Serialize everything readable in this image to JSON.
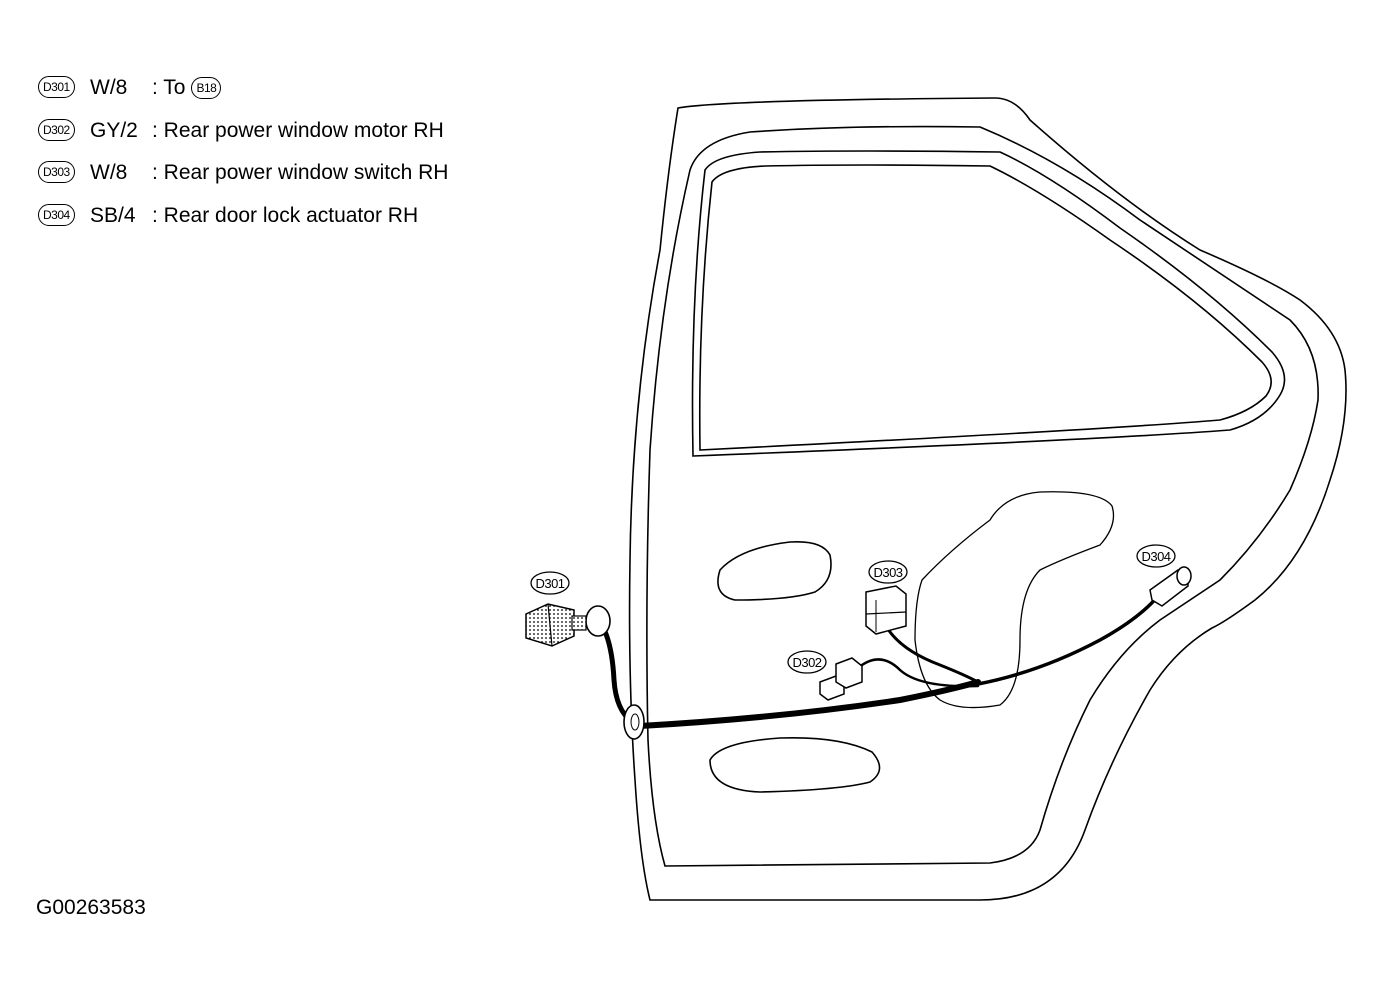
{
  "legend": {
    "items": [
      {
        "code": "D301",
        "spec": "W/8",
        "description": ": To",
        "ref": "B18"
      },
      {
        "code": "D302",
        "spec": "GY/2",
        "description": ": Rear power window motor RH",
        "ref": ""
      },
      {
        "code": "D303",
        "spec": "W/8",
        "description": ": Rear power window switch RH",
        "ref": ""
      },
      {
        "code": "D304",
        "spec": "SB/4",
        "description": ": Rear door lock actuator RH",
        "ref": ""
      }
    ]
  },
  "callouts": {
    "d301": "D301",
    "d302": "D302",
    "d303": "D303",
    "d304": "D304"
  },
  "figure_id": "G00263583"
}
